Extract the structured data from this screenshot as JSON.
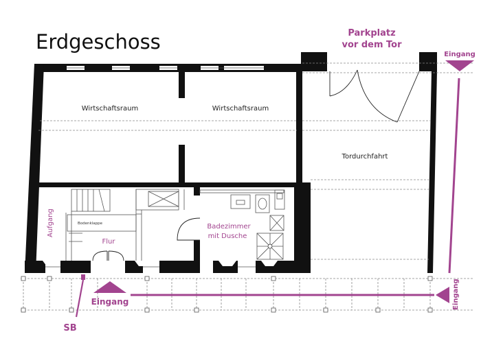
{
  "title": "Erdgeschoss",
  "parking": {
    "line1": "Parkplatz",
    "line2": "vor dem Tor"
  },
  "rooms": {
    "wirtschaftsraum_1": "Wirtschaftsraum",
    "wirtschaftsraum_2": "Wirtschaftsraum",
    "tordurchfahrt": "Tordurchfahrt",
    "flur": "Flur",
    "bad_line1": "Badezimmer",
    "bad_line2": "mit Dusche",
    "aufgang": "Aufgang",
    "bodenklappe": "Bodenklappe"
  },
  "entrances": {
    "top_right": "Eingang",
    "bottom": "Eingang",
    "right_side": "Eingang"
  },
  "sb_label": "SB",
  "colors": {
    "accent": "#a2448f",
    "wall": "#111111"
  }
}
